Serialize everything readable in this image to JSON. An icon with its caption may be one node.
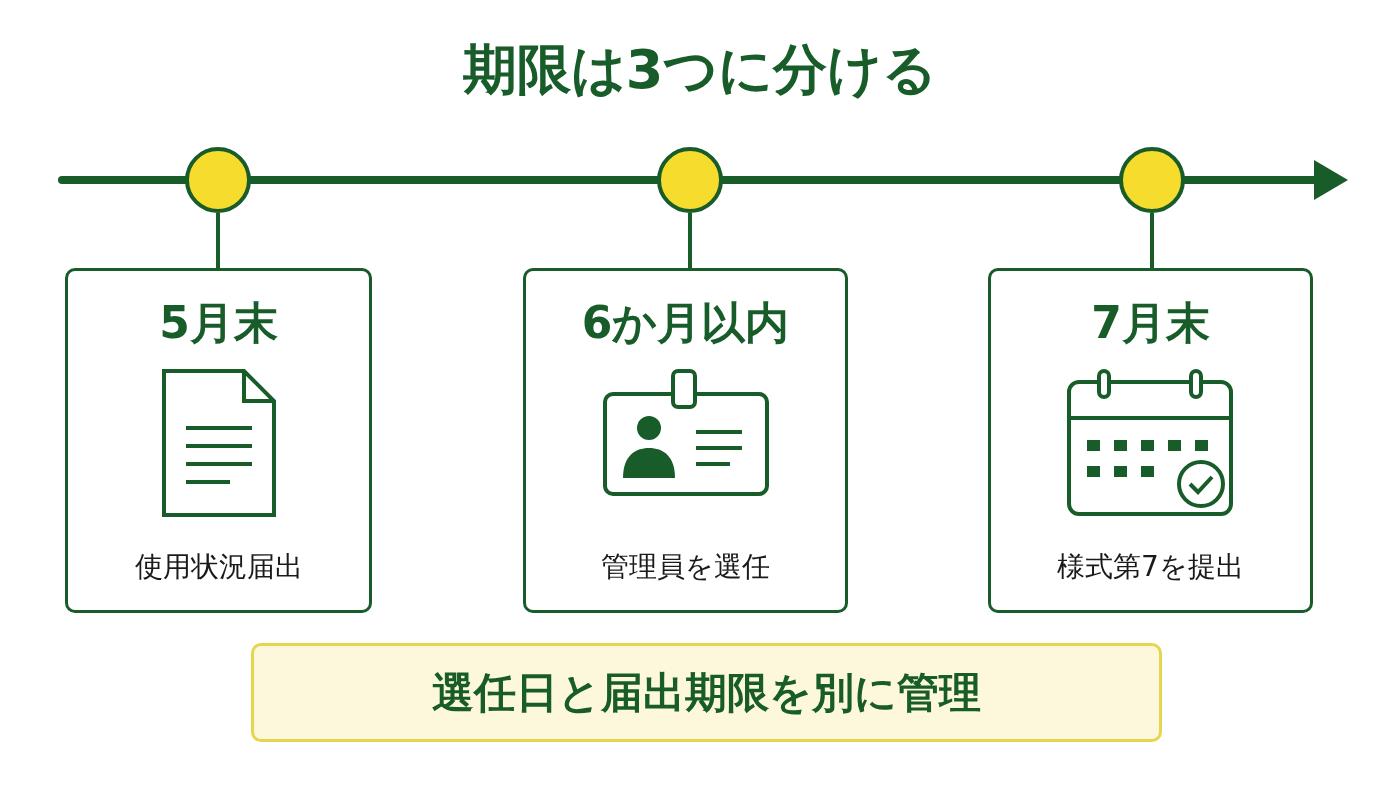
{
  "diagram": {
    "title": "期限は3つに分ける",
    "nodes": [
      {
        "text": [],
        "shape": "circle"
      },
      {
        "text": [
          "5月末",
          "使用状況届出"
        ]
      },
      {
        "text": [],
        "shape": "circle"
      },
      {
        "text": [
          "6か月以内",
          "管理員を選任"
        ]
      },
      {
        "text": [],
        "shape": "circle"
      },
      {
        "text": [
          "7月末",
          "様式第7を提出"
        ]
      },
      {
        "text": [
          "選任日と届出期限を別に管理"
        ]
      }
    ],
    "edges": [
      {
        "from": 0,
        "to": 1,
        "arrow": "none"
      },
      {
        "from": 2,
        "to": 3,
        "arrow": "none"
      },
      {
        "from": 4,
        "to": 5,
        "arrow": "none"
      }
    ]
  }
}
